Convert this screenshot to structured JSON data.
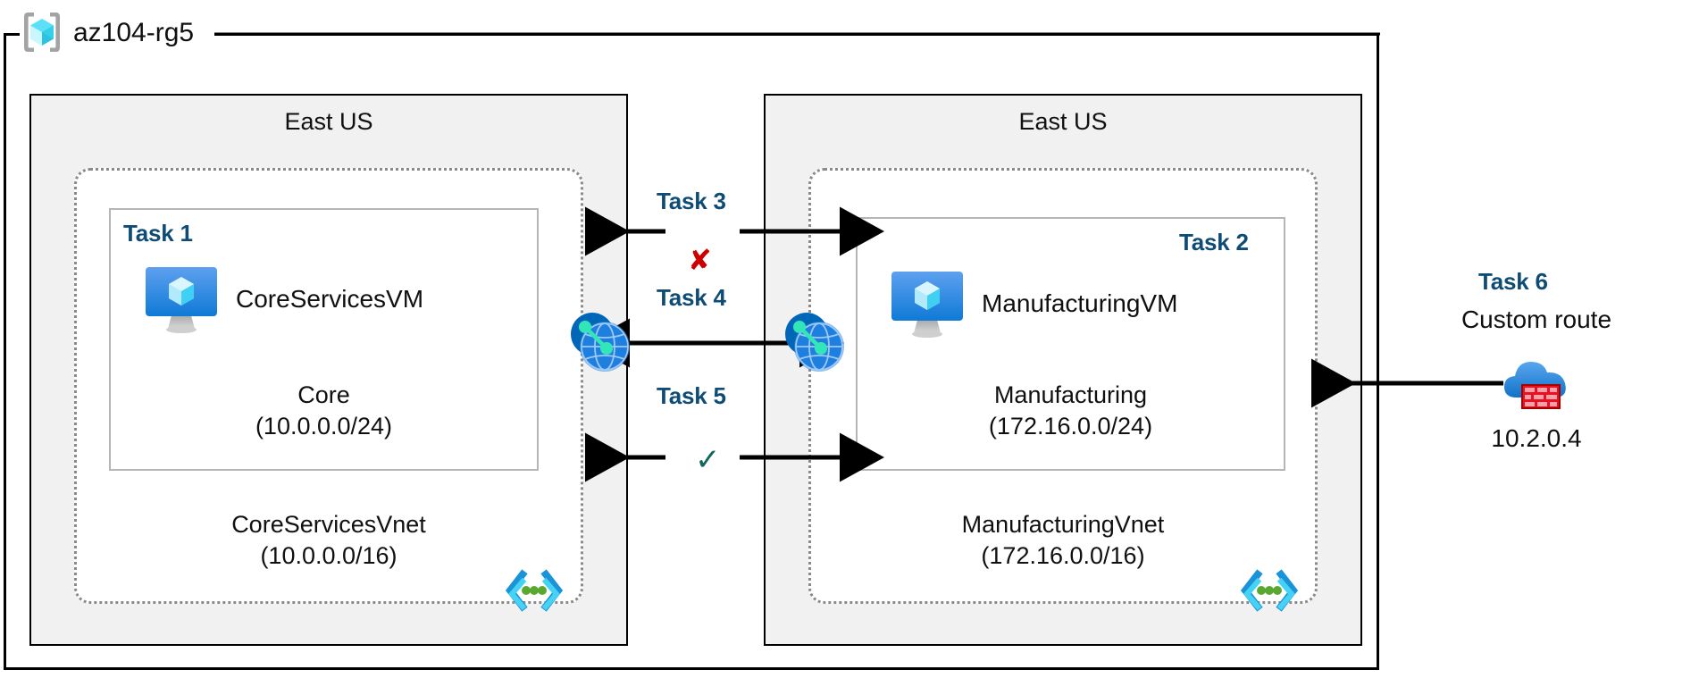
{
  "diagram": {
    "resource_group": {
      "name": "az104-rg5",
      "icon": "azure-resource-group-icon"
    },
    "regions": [
      {
        "id": "left",
        "label": "East US"
      },
      {
        "id": "right",
        "label": "East US"
      }
    ],
    "vnets": [
      {
        "id": "core",
        "name": "CoreServicesVnet",
        "cidr": "(10.0.0.0/16)",
        "subnet_icon": "subnet-icon",
        "task_tag": "Task 1",
        "subnet": {
          "name": "Core",
          "cidr": "(10.0.0.0/24)"
        },
        "vm": {
          "name": "CoreServicesVM",
          "icon": "virtual-machine-icon"
        }
      },
      {
        "id": "manufacturing",
        "name": "ManufacturingVnet",
        "cidr": "(172.16.0.0/16)",
        "subnet_icon": "subnet-icon",
        "task_tag": "Task 2",
        "subnet": {
          "name": "Manufacturing",
          "cidr": "(172.16.0.0/24)"
        },
        "vm": {
          "name": "ManufacturingVM",
          "icon": "virtual-machine-icon"
        }
      }
    ],
    "connections": [
      {
        "id": "task3",
        "label": "Task 3",
        "marker": "✘",
        "marker_kind": "x",
        "marker_color": "#cc0000"
      },
      {
        "id": "task4",
        "label": "Task 4",
        "marker": "",
        "marker_kind": "none",
        "marker_color": ""
      },
      {
        "id": "task5",
        "label": "Task 5",
        "marker": "✓",
        "marker_kind": "check",
        "marker_color": "#13665e"
      }
    ],
    "peering_icons": [
      {
        "id": "peer-left",
        "icon": "vnet-peering-icon"
      },
      {
        "id": "peer-right",
        "icon": "vnet-peering-icon"
      }
    ],
    "custom_route": {
      "task_tag": "Task 6",
      "label": "Custom route",
      "ip": "10.2.0.4",
      "icon": "firewall-icon"
    },
    "colors": {
      "task_blue": "#0f4c75",
      "x_red": "#cc0000",
      "check_green": "#13665e",
      "region_fill": "#f1f1f1",
      "vnet_dotted": "#8a8a8a",
      "subnet_border": "#b5b5b5",
      "azure_blue": "#0078d4",
      "cube_cyan": "#50e6ff"
    }
  }
}
